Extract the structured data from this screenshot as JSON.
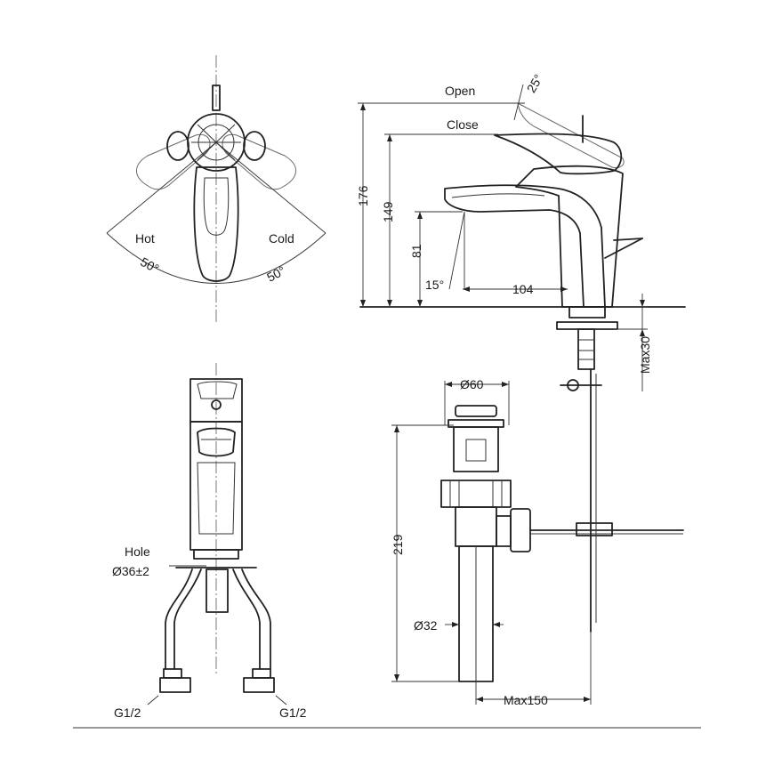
{
  "labels": {
    "hot": "Hot",
    "cold": "Cold",
    "angle_left": "50°",
    "angle_right": "50°",
    "open": "Open",
    "close": "Close",
    "tilt": "25°",
    "spout_angle": "15°",
    "height_total": "176",
    "height_lever": "149",
    "height_spout": "81",
    "reach": "104",
    "deck_max": "Max30",
    "hole_title": "Hole",
    "hole_size": "Ø36±2",
    "inlet_left": "G1/2",
    "inlet_right": "G1/2",
    "waste_head": "Ø60",
    "waste_length": "219",
    "waste_pipe": "Ø32",
    "waste_offset": "Max150"
  },
  "colors": {
    "line": "#222222",
    "background": "#ffffff"
  }
}
